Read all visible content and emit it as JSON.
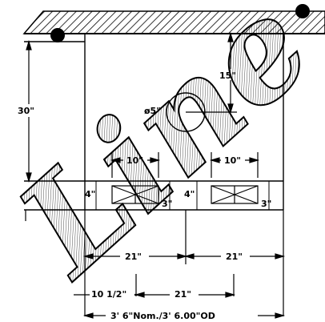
{
  "watermark": {
    "text": "Line"
  },
  "dimensions": {
    "height_30": "30\"",
    "drain_offset_15": "15\"",
    "drain_diameter": "ø5\"",
    "vent_left_10": "10\"",
    "vent_right_10": "10\"",
    "vent_left_4": "4\"",
    "vent_left_3": "3\"",
    "vent_right_4": "4\"",
    "vent_right_3": "3\"",
    "span_left_21": "21\"",
    "span_right_21": "21\"",
    "offset_10_half": "10 1/2\"",
    "span_center_21": "21\"",
    "overall_width": "3' 6\"Nom./3' 6.00\"OD"
  },
  "colors": {
    "line": "#000000",
    "background": "#ffffff"
  }
}
